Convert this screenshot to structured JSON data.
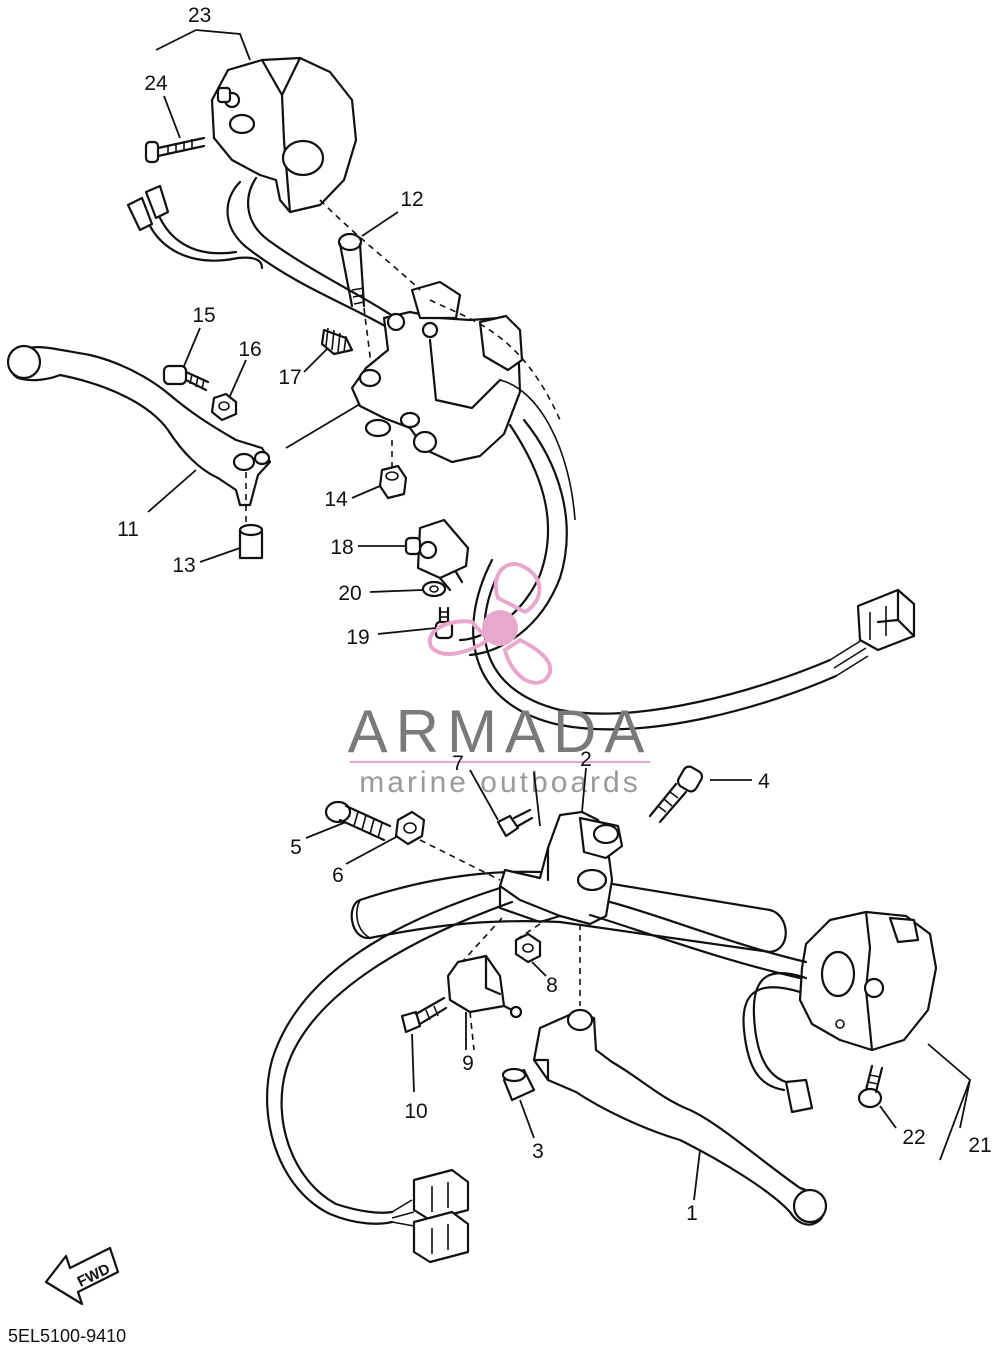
{
  "diagram": {
    "drawing_code": "5EL5100-9410",
    "fwd_label": "FWD",
    "watermark": {
      "title": "ARMADA",
      "subtitle": "marine outboards",
      "color": "#e8a8cc"
    },
    "callouts": [
      {
        "id": "c1",
        "number": "1"
      },
      {
        "id": "c2",
        "number": "2"
      },
      {
        "id": "c3",
        "number": "3"
      },
      {
        "id": "c4",
        "number": "4"
      },
      {
        "id": "c5",
        "number": "5"
      },
      {
        "id": "c6",
        "number": "6"
      },
      {
        "id": "c7",
        "number": "7"
      },
      {
        "id": "c8",
        "number": "8"
      },
      {
        "id": "c9",
        "number": "9"
      },
      {
        "id": "c10",
        "number": "10"
      },
      {
        "id": "c11",
        "number": "11"
      },
      {
        "id": "c12",
        "number": "12"
      },
      {
        "id": "c13",
        "number": "13"
      },
      {
        "id": "c14",
        "number": "14"
      },
      {
        "id": "c15",
        "number": "15"
      },
      {
        "id": "c16",
        "number": "16"
      },
      {
        "id": "c17",
        "number": "17"
      },
      {
        "id": "c18",
        "number": "18"
      },
      {
        "id": "c19",
        "number": "19"
      },
      {
        "id": "c20",
        "number": "20"
      },
      {
        "id": "c21",
        "number": "21"
      },
      {
        "id": "c22",
        "number": "22"
      },
      {
        "id": "c23",
        "number": "23"
      },
      {
        "id": "c24",
        "number": "24"
      }
    ]
  }
}
